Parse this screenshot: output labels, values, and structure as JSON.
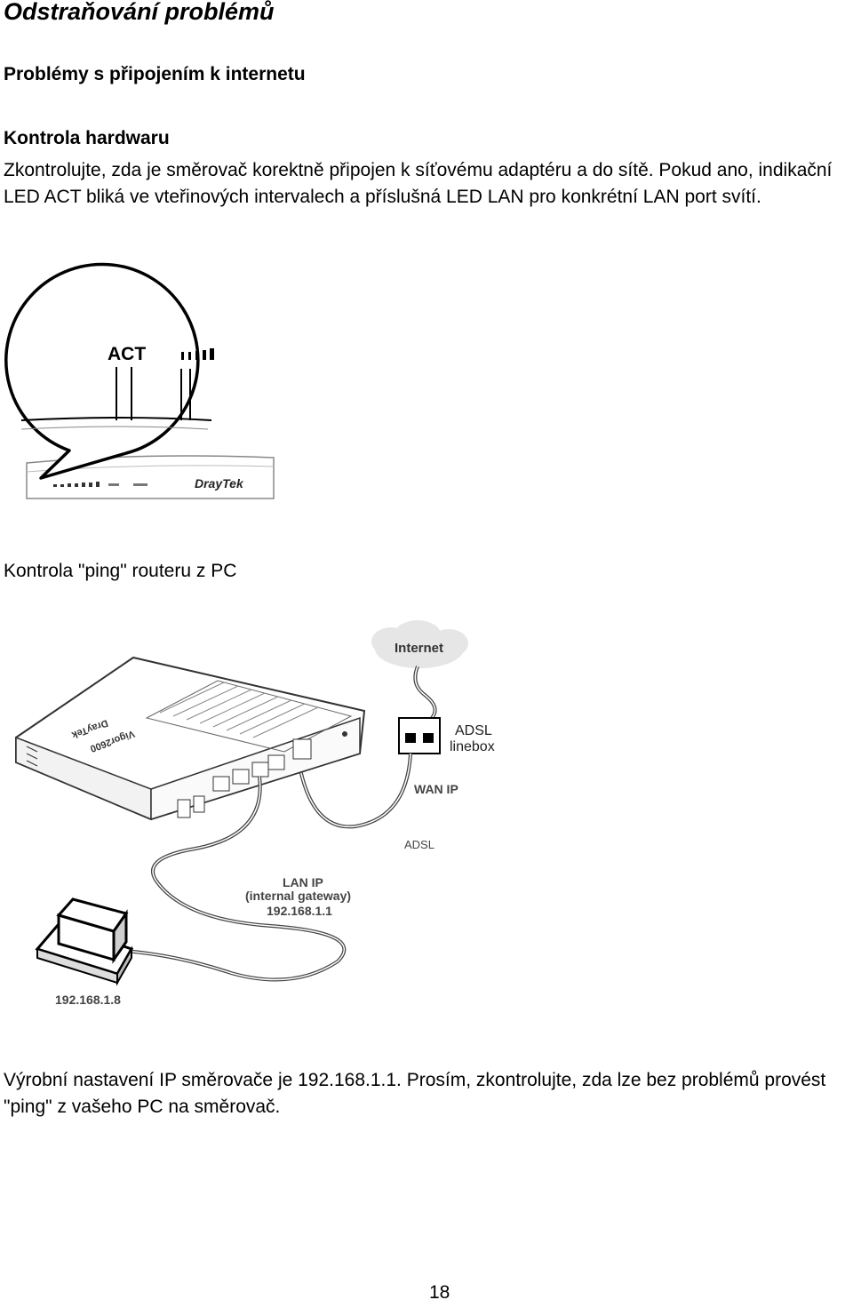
{
  "page": {
    "title": "Odstraňování problémů",
    "section_heading": "Problémy s připojením k internetu",
    "subsection_heading": "Kontrola hardwaru",
    "hardware_paragraph": "Zkontrolujte, zda je směrovač korektně připojen k síťovému adaptéru a do sítě. Pokud ano, indikační LED ACT bliká ve vteřinových intervalech a příslušná LED LAN pro konkrétní LAN port svítí.",
    "ping_heading": "Kontrola \"ping\" routeru z PC",
    "ping_paragraph": "Výrobní nastavení IP směrovače je 192.168.1.1. Prosím, zkontrolujte, zda lze bez problémů provést \"ping\" z vašeho PC na směrovač.",
    "page_number": "18"
  },
  "figure1": {
    "act_label": "ACT",
    "brand_label": "DrayTek"
  },
  "figure2": {
    "internet_label": "Internet",
    "adsl_linebox_line1": "ADSL",
    "adsl_linebox_line2": "linebox",
    "wan_ip_label": "WAN IP",
    "adsl_label": "ADSL",
    "lan_ip_line1": "LAN IP",
    "lan_ip_line2": "(internal gateway)",
    "lan_ip_line3": "192.168.1.1",
    "pc_ip_label": "192.168.1.8",
    "router_brand": "DrayTek",
    "router_model": "Vigor2600"
  }
}
